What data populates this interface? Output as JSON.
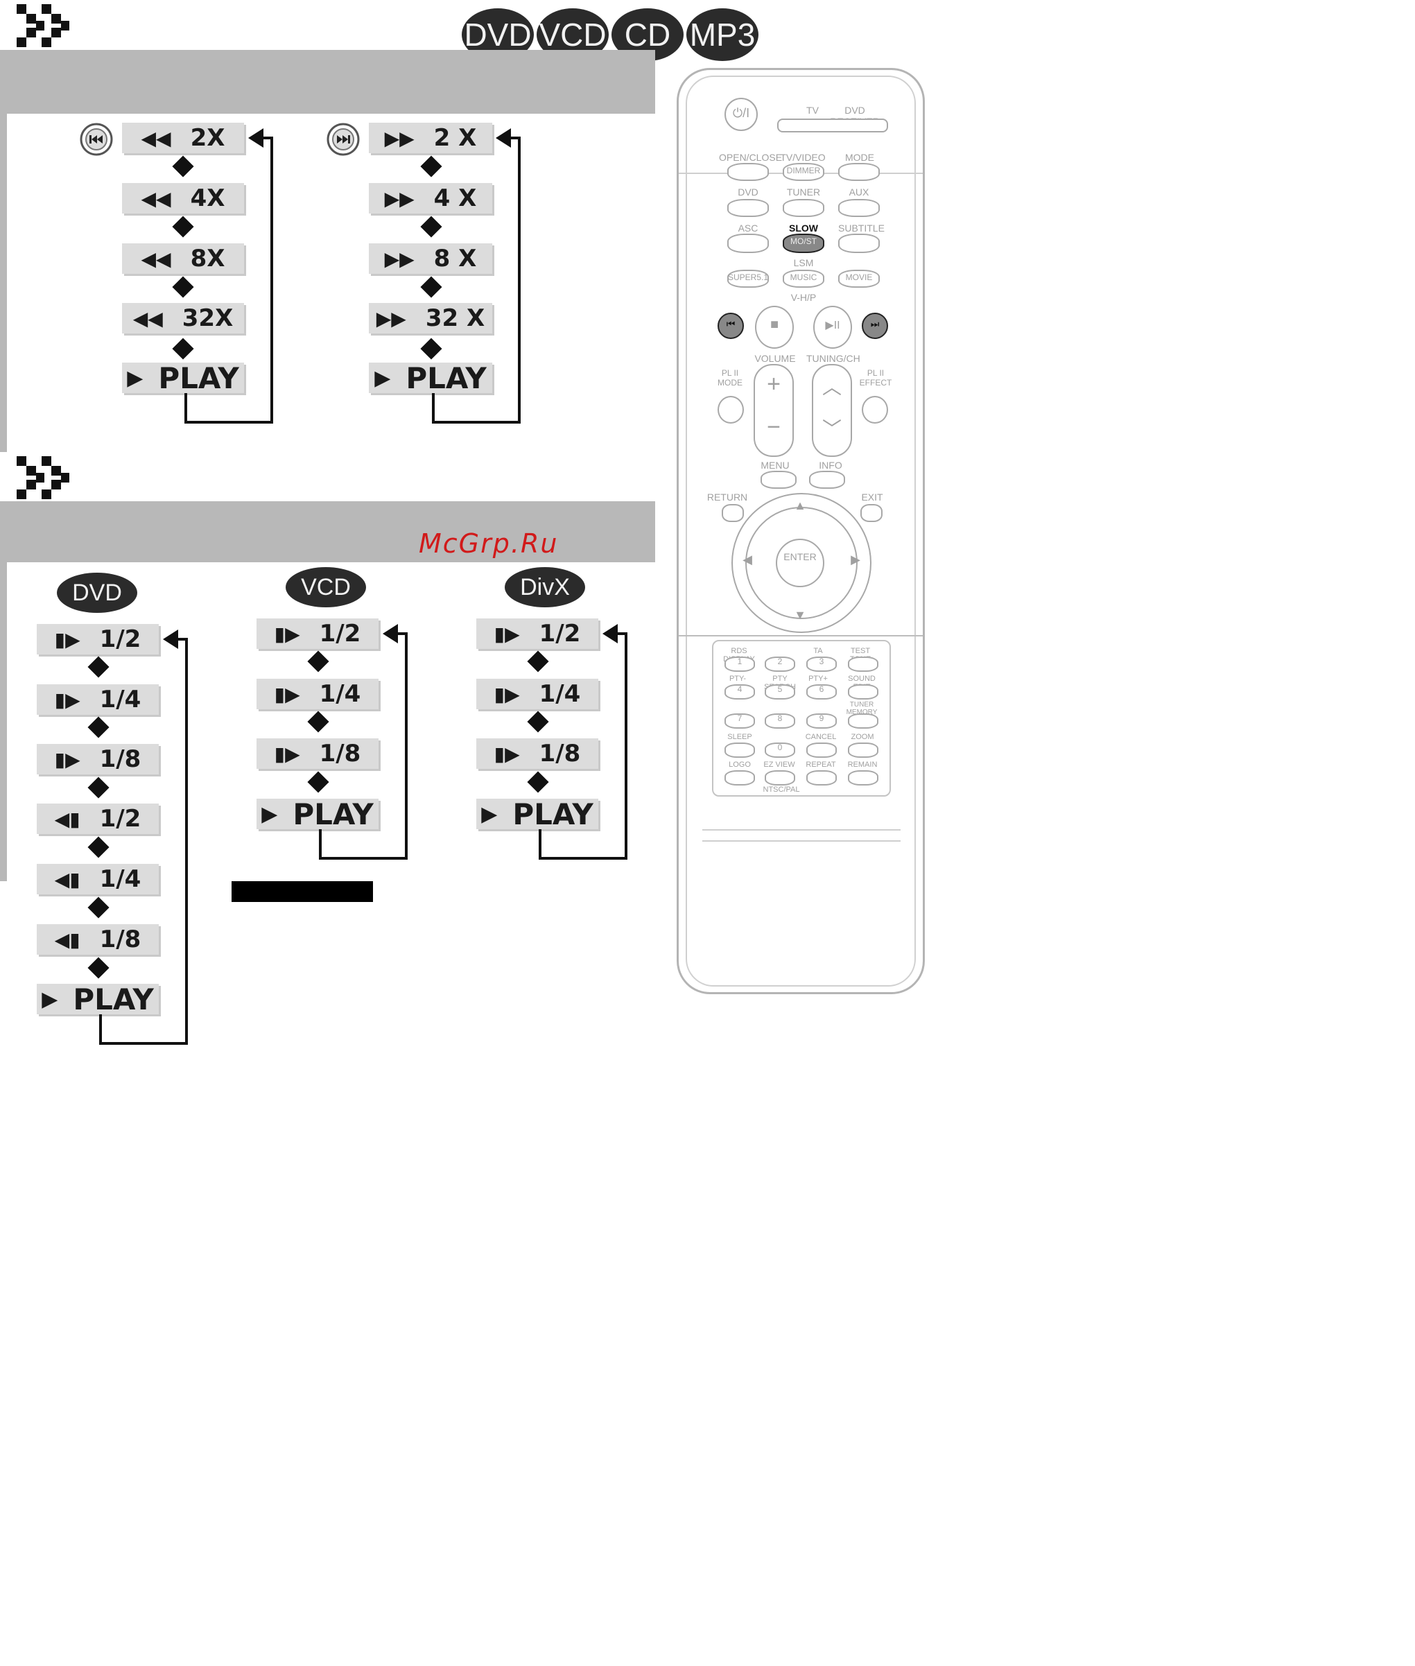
{
  "header_pills": [
    {
      "label": "DVD"
    },
    {
      "label": "VCD"
    },
    {
      "label": "CD"
    },
    {
      "label": "MP3"
    }
  ],
  "watermark": "McGrp.Ru",
  "search": {
    "rev_steps": [
      {
        "icon": "◀◀",
        "label": "2X"
      },
      {
        "icon": "◀◀",
        "label": "4X"
      },
      {
        "icon": "◀◀",
        "label": "8X"
      },
      {
        "icon": "◀◀",
        "label": "32X"
      },
      {
        "icon": "▶",
        "label": "PLAY"
      }
    ],
    "fwd_steps": [
      {
        "icon": "▶▶",
        "label": "2 X"
      },
      {
        "icon": "▶▶",
        "label": "4 X"
      },
      {
        "icon": "▶▶",
        "label": "8 X"
      },
      {
        "icon": "▶▶",
        "label": "32 X"
      },
      {
        "icon": "▶",
        "label": "PLAY"
      }
    ]
  },
  "slow": {
    "dvd": {
      "label": "DVD",
      "steps": [
        {
          "icon": "▮▶",
          "label": "1/2"
        },
        {
          "icon": "▮▶",
          "label": "1/4"
        },
        {
          "icon": "▮▶",
          "label": "1/8"
        },
        {
          "icon": "◀▮",
          "label": "1/2"
        },
        {
          "icon": "◀▮",
          "label": "1/4"
        },
        {
          "icon": "◀▮",
          "label": "1/8"
        },
        {
          "icon": "▶",
          "label": "PLAY"
        }
      ]
    },
    "vcd": {
      "label": "VCD",
      "steps": [
        {
          "icon": "▮▶",
          "label": "1/2"
        },
        {
          "icon": "▮▶",
          "label": "1/4"
        },
        {
          "icon": "▮▶",
          "label": "1/8"
        },
        {
          "icon": "▶",
          "label": "PLAY"
        }
      ]
    },
    "divx": {
      "label": "DivX",
      "steps": [
        {
          "icon": "▮▶",
          "label": "1/2"
        },
        {
          "icon": "▮▶",
          "label": "1/4"
        },
        {
          "icon": "▮▶",
          "label": "1/8"
        },
        {
          "icon": "▶",
          "label": "PLAY"
        }
      ]
    }
  },
  "remote": {
    "labels": {
      "tv": "TV",
      "dvd_receiver": "DVD RECEIVER",
      "open_close": "OPEN/CLOSE",
      "tv_video": "TV/VIDEO",
      "dimmer": "DIMMER",
      "mode": "MODE",
      "dvd": "DVD",
      "tuner": "TUNER",
      "aux": "AUX",
      "asc": "ASC",
      "slow": "SLOW",
      "mo_st": "MO/ST",
      "subtitle": "SUBTITLE",
      "lsm": "LSM",
      "super51": "SUPER5.1",
      "music": "MUSIC",
      "movie": "MOVIE",
      "vhp": "V-H/P",
      "volume": "VOLUME",
      "tuning_ch": "TUNING/CH",
      "pl2_mode": "PL II MODE",
      "pl2_effect": "PL II EFFECT",
      "menu": "MENU",
      "info": "INFO",
      "return": "RETURN",
      "exit": "EXIT",
      "enter": "ENTER",
      "rds_display": "RDS DISPLAY",
      "ta": "TA",
      "test_tone": "TEST TONE",
      "pty_minus": "PTY-",
      "pty_search": "PTY SEARCH",
      "pty_plus": "PTY+",
      "sound_edit": "SOUND EDIT",
      "tuner_memory": "TUNER MEMORY",
      "sleep": "SLEEP",
      "cancel": "CANCEL",
      "zoom": "ZOOM",
      "logo": "LOGO",
      "ez_view": "EZ VIEW",
      "repeat": "REPEAT",
      "remain": "REMAIN",
      "ntsc_pal": "NTSC/PAL"
    },
    "digits": [
      "1",
      "2",
      "3",
      "4",
      "5",
      "6",
      "7",
      "8",
      "9",
      "0"
    ]
  }
}
